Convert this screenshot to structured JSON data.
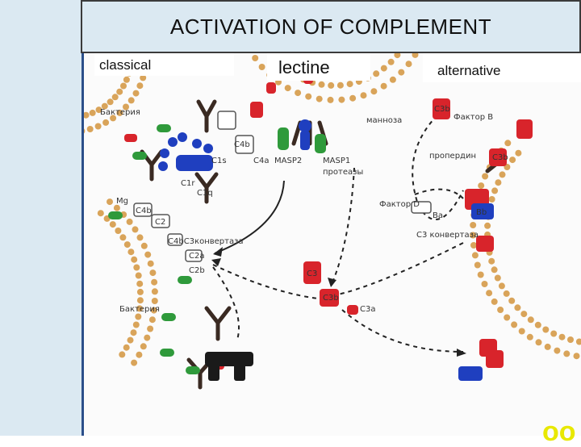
{
  "title": "ACTIVATION  OF  COMPLEMENT",
  "pathways": {
    "classical": "classical",
    "lectine": "lectine",
    "alternative": "alternative"
  },
  "handwritten": {
    "bacteria_top": "Бактерия",
    "bacteria_bottom": "Бактерия",
    "c4a": "C4a",
    "c4b": "C4b",
    "c1s": "C1s",
    "c1r": "C1r",
    "c1q": "C1q",
    "mg": "Mg",
    "c4b_small": "C4b",
    "c2": "C2",
    "c3_convertase_classical": "C4bC3конвертаза",
    "c2a": "C2a",
    "c2b": "C2b",
    "masp2": "MASP2",
    "masp1": "MASP1",
    "proteases": "протеазы",
    "mannose": "манноза",
    "c3b_alt": "C3b",
    "factor_b": "Фактор B",
    "properdin": "пропердин",
    "c3b_right": "C3b",
    "factor_d": "Фактор D",
    "ba": "Ba",
    "bb": "Bb",
    "c3_convertase_alt": "C3 конвертаза",
    "c3": "C3",
    "c3b_center": "C3b",
    "c3a": "C3a"
  },
  "colors": {
    "title_bg": "#dbe9f2",
    "accent_blue": "#2b4f8a",
    "membrane_head": "#d9a45a",
    "red_protein": "#d8242b",
    "green_protein": "#2f9a3b",
    "blue_protein": "#1f3fbf",
    "dark_protein": "#3a2a22",
    "arrow": "#222222"
  }
}
